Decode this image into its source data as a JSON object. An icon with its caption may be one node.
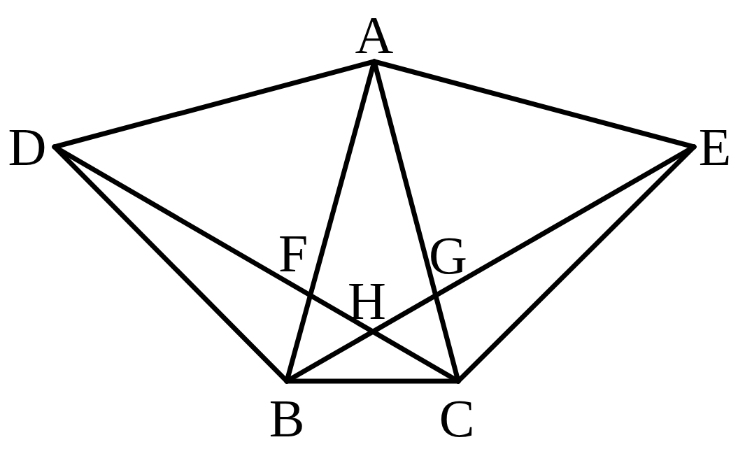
{
  "diagram": {
    "nodes": [
      {
        "text": [
          "A"
        ]
      },
      {
        "text": [
          "D"
        ]
      },
      {
        "text": [
          "E"
        ]
      },
      {
        "text": [
          "B"
        ]
      },
      {
        "text": [
          "C"
        ]
      }
    ],
    "edges": [
      {
        "from": 0,
        "to": 1,
        "arrow": "none"
      },
      {
        "from": 0,
        "to": 2,
        "arrow": "none"
      },
      {
        "from": 0,
        "to": 3,
        "arrow": "none"
      },
      {
        "from": 0,
        "to": 4,
        "arrow": "none"
      },
      {
        "from": 1,
        "to": 3,
        "arrow": "none"
      },
      {
        "from": 1,
        "to": 4,
        "arrow": "none"
      },
      {
        "from": 2,
        "to": 3,
        "arrow": "none"
      },
      {
        "from": 2,
        "to": 4,
        "arrow": "none"
      },
      {
        "from": 3,
        "to": 4,
        "arrow": "none"
      }
    ],
    "labels": [
      "F",
      "G",
      "H"
    ]
  }
}
